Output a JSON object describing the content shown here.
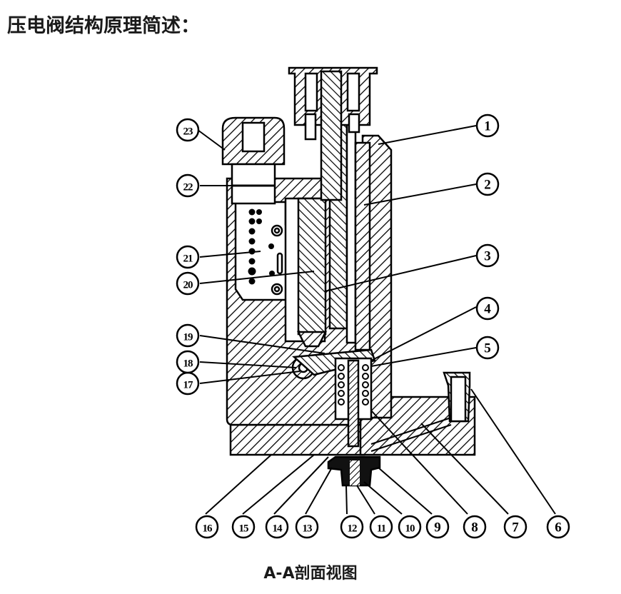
{
  "title": "压电阀结构原理简述：",
  "caption": "A-A剖面视图",
  "colors": {
    "line": "#000000",
    "background": "#ffffff",
    "hatch": "#000000"
  },
  "callouts": [
    {
      "id": "1",
      "label": "1"
    },
    {
      "id": "2",
      "label": "2"
    },
    {
      "id": "3",
      "label": "3"
    },
    {
      "id": "4",
      "label": "4"
    },
    {
      "id": "5",
      "label": "5"
    },
    {
      "id": "6",
      "label": "6"
    },
    {
      "id": "7",
      "label": "7"
    },
    {
      "id": "8",
      "label": "8"
    },
    {
      "id": "9",
      "label": "9"
    },
    {
      "id": "10",
      "label": "10"
    },
    {
      "id": "11",
      "label": "11"
    },
    {
      "id": "12",
      "label": "12"
    },
    {
      "id": "13",
      "label": "13"
    },
    {
      "id": "14",
      "label": "14"
    },
    {
      "id": "15",
      "label": "15"
    },
    {
      "id": "16",
      "label": "16"
    },
    {
      "id": "17",
      "label": "17"
    },
    {
      "id": "18",
      "label": "18"
    },
    {
      "id": "19",
      "label": "19"
    },
    {
      "id": "20",
      "label": "20"
    },
    {
      "id": "21",
      "label": "21"
    },
    {
      "id": "22",
      "label": "22"
    },
    {
      "id": "23",
      "label": "23"
    }
  ]
}
